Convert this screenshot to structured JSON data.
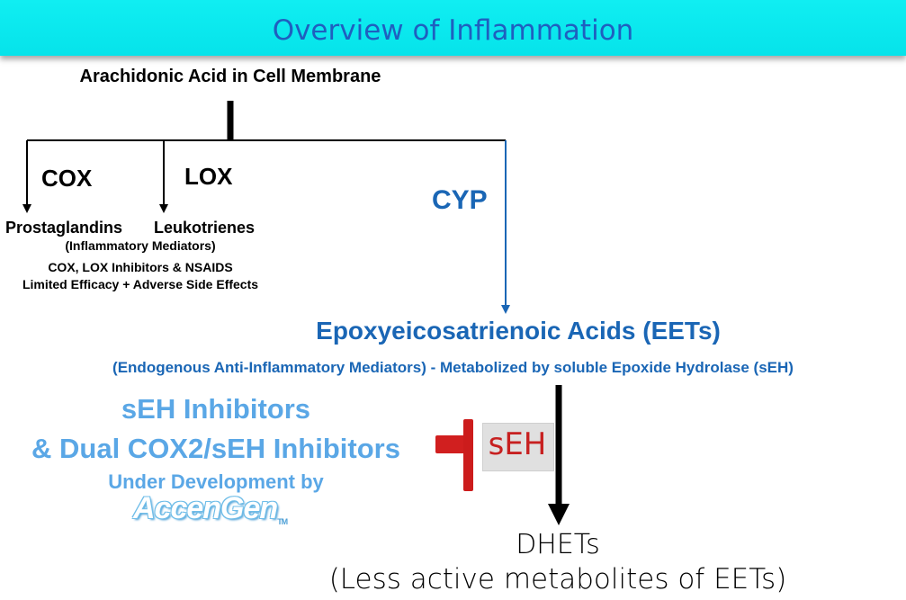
{
  "title": "Overview of Inflammation",
  "source": "Arachidonic Acid in Cell Membrane",
  "pathways": {
    "cox": "COX",
    "lox": "LOX",
    "cyp": "CYP"
  },
  "products": {
    "prostaglandins": "Prostaglandins",
    "leukotrienes": "Leukotrienes",
    "inflammatory_note": "(Inflammatory Mediators)",
    "inhibitors_note": "COX, LOX Inhibitors & NSAIDS",
    "efficacy_note": "Limited Efficacy + Adverse Side Effects"
  },
  "eets": {
    "name": "Epoxyeicosatrienoic Acids (EETs)",
    "description": "(Endogenous Anti-Inflammatory Mediators) - Metabolized by soluble Epoxide Hydrolase (sEH)"
  },
  "inhibitors": {
    "line1": "sEH Inhibitors",
    "line2": "& Dual COX2/sEH Inhibitors",
    "line3": "Under Development by",
    "logo": "AccenGen",
    "logo_tm": "TM"
  },
  "enzyme": "sEH",
  "dhets": {
    "name": "DHETs",
    "description": "(Less active metabolites of EETs)"
  },
  "colors": {
    "title_bar": "#06e8ee",
    "title_text": "#1f5fbf",
    "blue": "#1a66b5",
    "light_blue": "#5aa7e6",
    "seh_red": "#c72020"
  }
}
